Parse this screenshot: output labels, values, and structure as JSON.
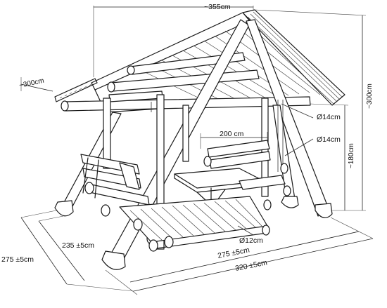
{
  "labels": {
    "width_top": "~355cm",
    "overhang_left": "~300cm",
    "height_total": "~300cm",
    "height_posts": "~180cm",
    "log_dia_a": "Ø14cm",
    "log_dia_b": "Ø14cm",
    "table_length": "200 cm",
    "log_dia_c": "Ø12cm",
    "inner_depth": "235 ±5cm",
    "outer_depth": "275 ±5cm",
    "inner_width": "275 ±5cm",
    "outer_width": "320 ±5cm"
  }
}
